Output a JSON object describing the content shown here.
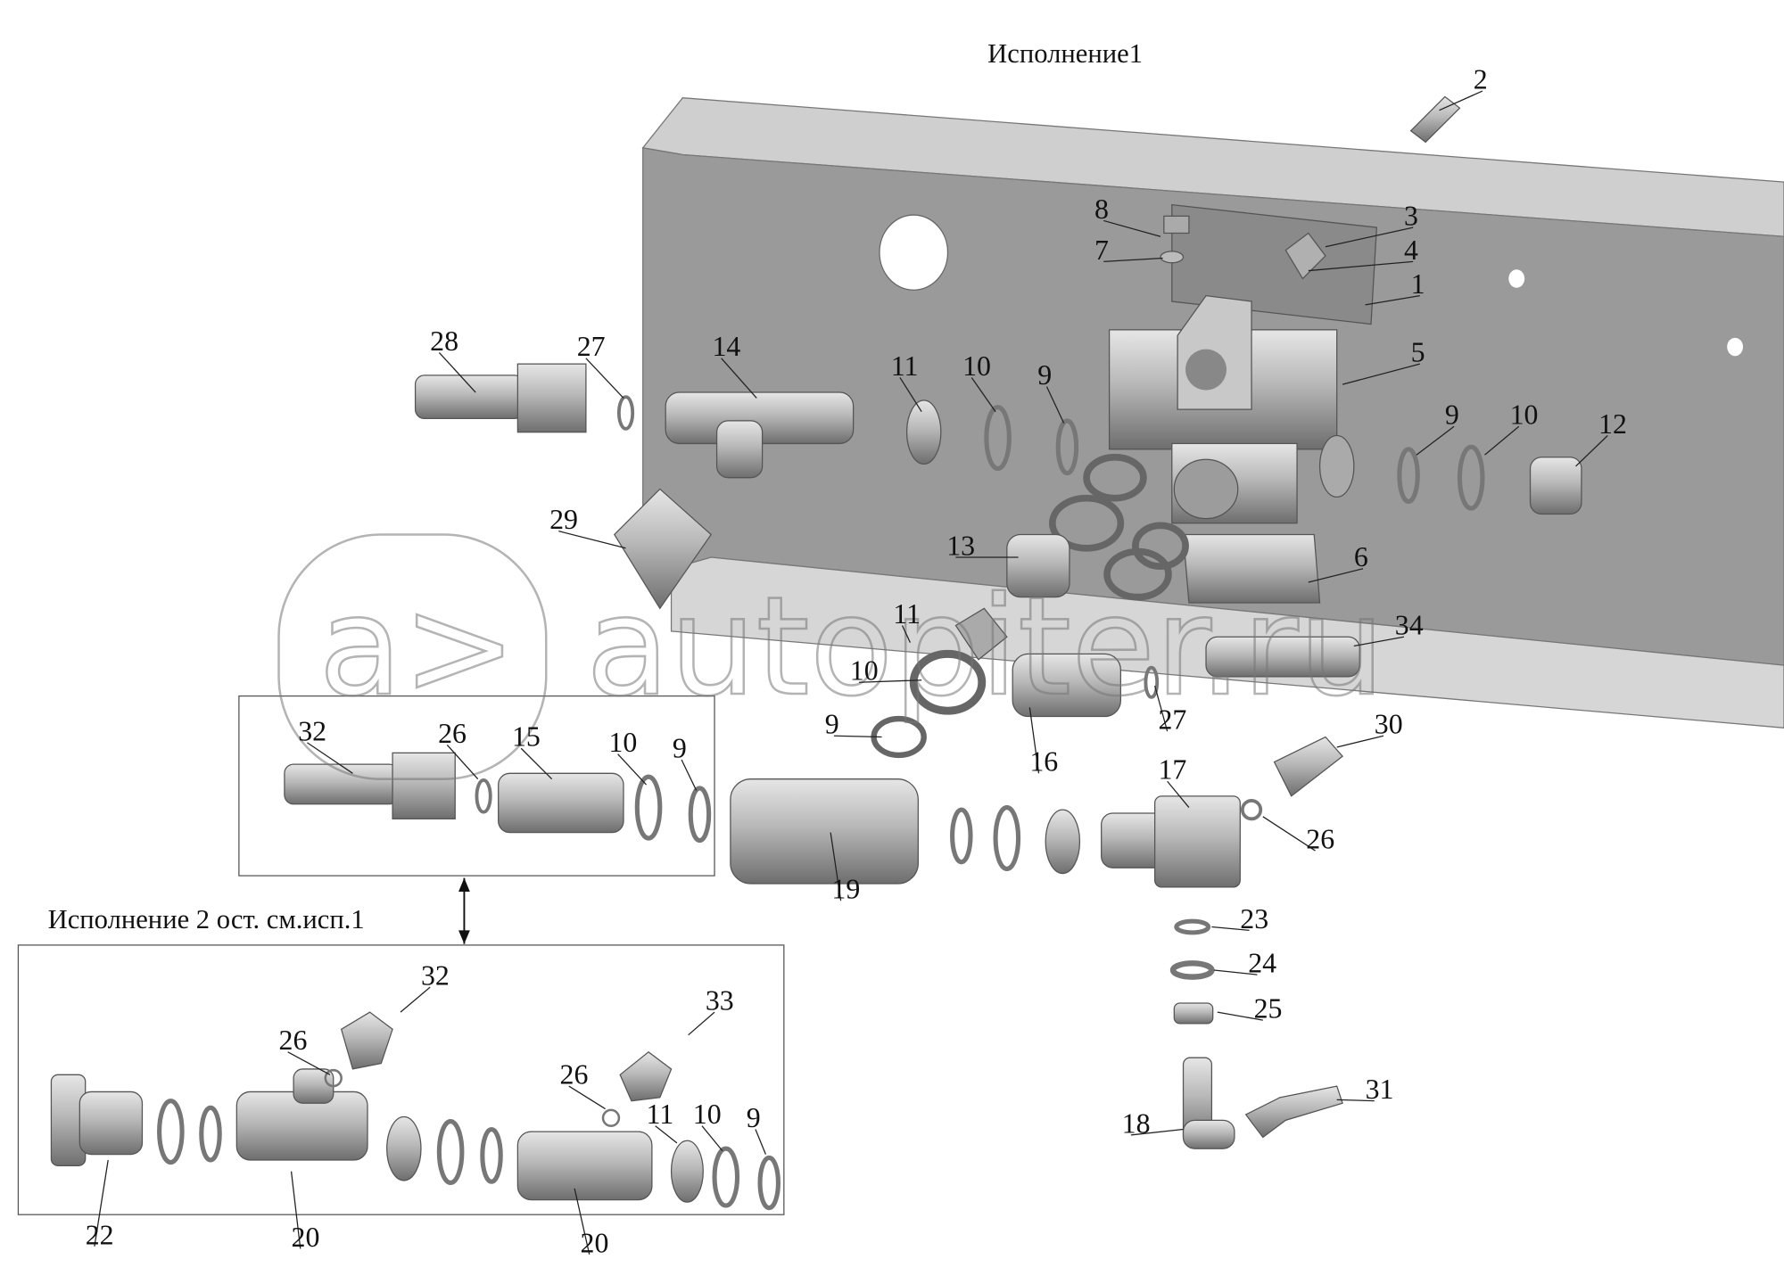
{
  "titles": {
    "variant1": "Исполнение1",
    "variant2": "Исполнение 2 ост. см.исп.1"
  },
  "watermark": "autopiter.ru",
  "callouts": [
    "2",
    "8",
    "7",
    "3",
    "4",
    "1",
    "5",
    "28",
    "27",
    "14",
    "11",
    "10",
    "9",
    "9",
    "10",
    "12",
    "29",
    "13",
    "6",
    "11",
    "10",
    "34",
    "27",
    "9",
    "16",
    "30",
    "17",
    "26",
    "19",
    "32",
    "26",
    "15",
    "10",
    "9",
    "23",
    "24",
    "25",
    "31",
    "18",
    "32",
    "26",
    "33",
    "26",
    "11",
    "10",
    "9",
    "22",
    "20",
    "20"
  ],
  "colors": {
    "frame": "#9a9a9a",
    "frame_light": "#cfcfcf",
    "part": "#b5b5b5",
    "ink": "#111111"
  }
}
